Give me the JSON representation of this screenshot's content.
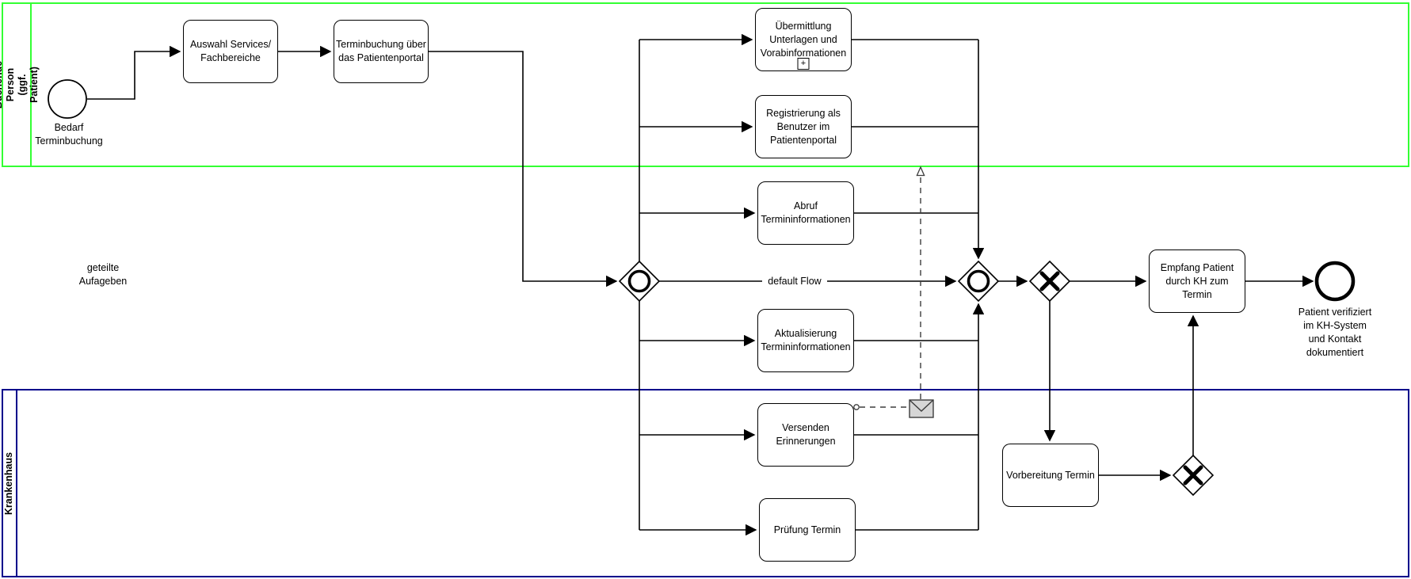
{
  "canvas": {
    "background": "#ffffff"
  },
  "lanes": {
    "buchende": {
      "label": "Buchende Person\n(ggf. Patient)",
      "border_color": "#33ff33"
    },
    "krankenhaus": {
      "label": "Krankenhaus",
      "border_color": "#00008b"
    }
  },
  "events": {
    "start": {
      "label": "Bedarf\nTerminbuchung"
    },
    "end": {
      "label": "Patient verifiziert\nim KH-System\nund Kontakt\ndokumentiert"
    }
  },
  "tasks": {
    "auswahl": {
      "label": "Auswahl Services/\nFachbereiche"
    },
    "terminbuchung": {
      "label": "Terminbuchung über\ndas Patientenportal"
    },
    "uebermittlung": {
      "label": "Übermittlung\nUnterlagen und\nVorabinformationen",
      "subprocess_marker": "+"
    },
    "registrierung": {
      "label": "Registrierung als\nBenutzer im\nPatientenportal"
    },
    "abruf": {
      "label": "Abruf\nTermininformationen"
    },
    "aktualisierung": {
      "label": "Aktualisierung\nTermininformationen"
    },
    "versenden": {
      "label": "Versenden\nErinnerungen"
    },
    "pruefung": {
      "label": "Prüfung Termin"
    },
    "vorbereitung": {
      "label": "Vorbereitung Termin"
    },
    "empfang": {
      "label": "Empfang Patient\ndurch KH zum Termin"
    }
  },
  "gateways": {
    "split_inclusive": {
      "type": "inclusive"
    },
    "join_inclusive": {
      "type": "inclusive"
    },
    "xor_main": {
      "type": "exclusive"
    },
    "xor_prep": {
      "type": "exclusive"
    }
  },
  "annotations": {
    "default_flow": "default Flow",
    "shared_tasks": "geteilte\nAufageben"
  },
  "icons": {
    "message_envelope": {
      "name": "envelope-icon",
      "fill": "#d6d6d6"
    }
  }
}
